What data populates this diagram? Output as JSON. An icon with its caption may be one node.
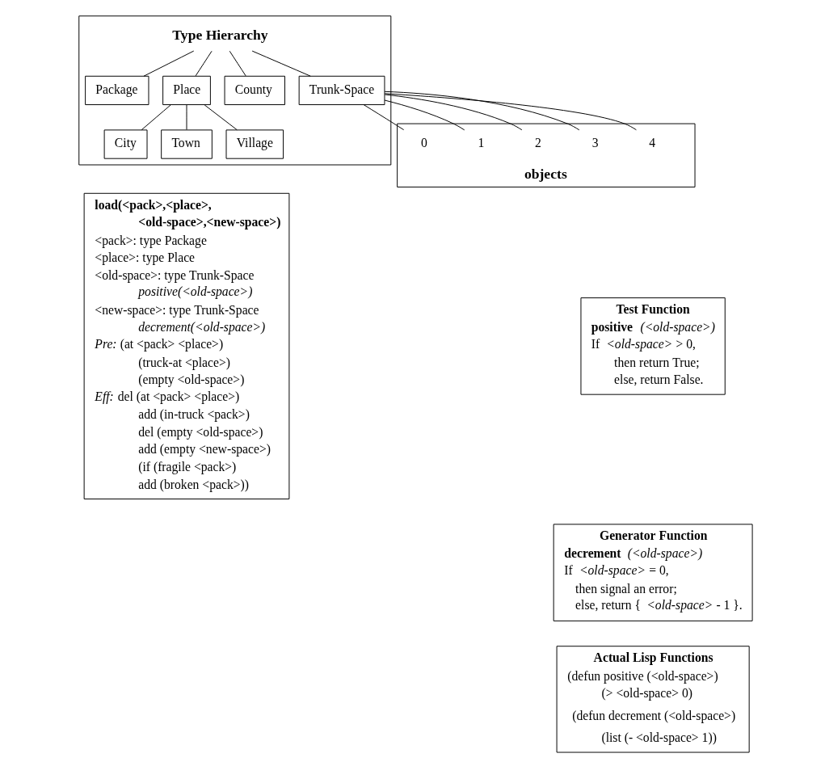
{
  "diagram": {
    "nodes": [
      {
        "text": [
          "Type Hierarchy"
        ]
      },
      {
        "text": [
          "Package"
        ],
        "in": 0
      },
      {
        "text": [
          "Place"
        ],
        "in": 0
      },
      {
        "text": [
          "County"
        ],
        "in": 0
      },
      {
        "text": [
          "Trunk-Space"
        ],
        "in": 0
      },
      {
        "text": [
          "City"
        ],
        "in": 0
      },
      {
        "text": [
          "Town"
        ],
        "in": 0
      },
      {
        "text": [
          "Village"
        ],
        "in": 0
      },
      {
        "text": [
          "objects"
        ]
      },
      {
        "text": [
          "0"
        ],
        "in": 8
      },
      {
        "text": [
          "1"
        ],
        "in": 8
      },
      {
        "text": [
          "2"
        ],
        "in": 8
      },
      {
        "text": [
          "3"
        ],
        "in": 8
      },
      {
        "text": [
          "4"
        ],
        "in": 8
      },
      {
        "text": [
          "load(<pack>,<place>, <old-space>,<new-space>)",
          "<pack>: type Package",
          "<place>: type Place",
          "<old-space>: type Trunk-Space",
          "positive(<old-space>)",
          "<new-space>: type Trunk-Space",
          "decrement(<old-space>)",
          "*Pre:* (at <pack> <place>)",
          "(truck-at <place>)",
          "(empty <old-space>)",
          "*Eff:* del (at <pack> <place>)",
          "add (in-truck <pack>)",
          "del (empty <old-space>)",
          "add (empty <new-space>)",
          "(if (fragile <pack>)",
          "add (broken <pack>))"
        ]
      },
      {
        "text": [
          "Test Function",
          "**positive** *(<old-space>)*",
          "If *<old-space>* > 0,",
          "then return True;",
          "else, return False."
        ]
      },
      {
        "text": [
          "Generator Function",
          "**decrement** *(<old-space>)*",
          "If *<old-space>* = 0,",
          "then signal an error;",
          "else, return { *<old-space>* - 1 }."
        ]
      },
      {
        "text": [
          "Actual Lisp Functions",
          "(defun positive (<old-space>)",
          "(> <old-space> 0)",
          "(defun decrement (<old-space>)",
          "(list (- <old-space> 1))"
        ]
      }
    ],
    "edges": [
      {
        "from": 0,
        "to": 1,
        "arrow": "none"
      },
      {
        "from": 0,
        "to": 2,
        "arrow": "none"
      },
      {
        "from": 0,
        "to": 3,
        "arrow": "none"
      },
      {
        "from": 0,
        "to": 4,
        "arrow": "none"
      },
      {
        "from": 2,
        "to": 5,
        "arrow": "none"
      },
      {
        "from": 2,
        "to": 6,
        "arrow": "none"
      },
      {
        "from": 2,
        "to": 7,
        "arrow": "none"
      },
      {
        "from": 4,
        "to": 9,
        "arrow": "none"
      },
      {
        "from": 4,
        "to": 10,
        "arrow": "none"
      },
      {
        "from": 4,
        "to": 11,
        "arrow": "none"
      },
      {
        "from": 4,
        "to": 12,
        "arrow": "none"
      },
      {
        "from": 4,
        "to": 13,
        "arrow": "none"
      }
    ]
  }
}
